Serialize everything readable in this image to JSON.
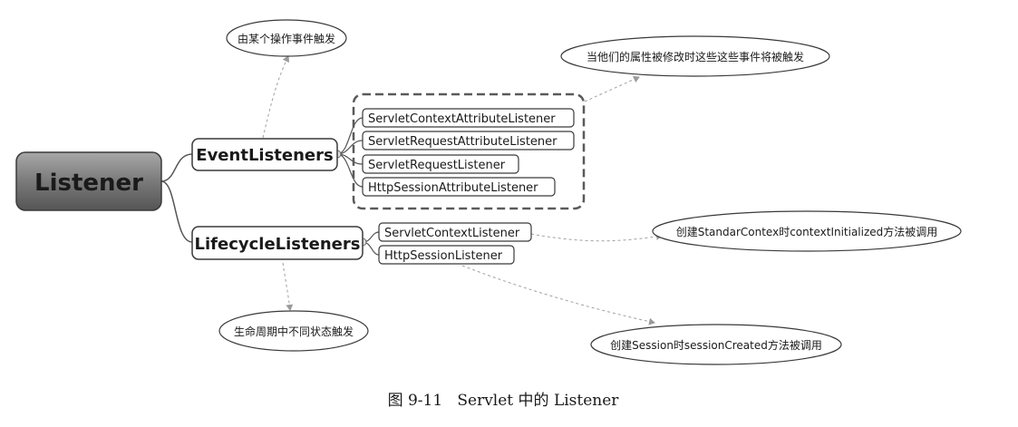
{
  "root": {
    "label": "Listener"
  },
  "branches": {
    "event": {
      "label": "EventListeners",
      "note": "由某个操作事件触发"
    },
    "lifecycle": {
      "label": "LifecycleListeners",
      "note": "生命周期中不同状态触发"
    }
  },
  "event_items": [
    "ServletContextAttributeListener",
    "ServletRequestAttributeListener",
    "ServletRequestListener",
    "HttpSessionAttributeListener"
  ],
  "event_group_note": "当他们的属性被修改时这些这些事件将被触发",
  "lifecycle_items": [
    {
      "label": "ServletContextListener",
      "note": "创建StandarContex时contextInitialized方法被调用"
    },
    {
      "label": "HttpSessionListener",
      "note": "创建Session时sessionCreated方法被调用"
    }
  ],
  "caption": "图 9-11   Servlet 中的 Listener",
  "colors": {
    "root_fill_top": "#9a9a9a",
    "root_fill_bottom": "#5a5a5a",
    "stroke": "#3a3a3a",
    "connector": "#8a8a8a",
    "dashed_group": "#5a5a5a"
  }
}
